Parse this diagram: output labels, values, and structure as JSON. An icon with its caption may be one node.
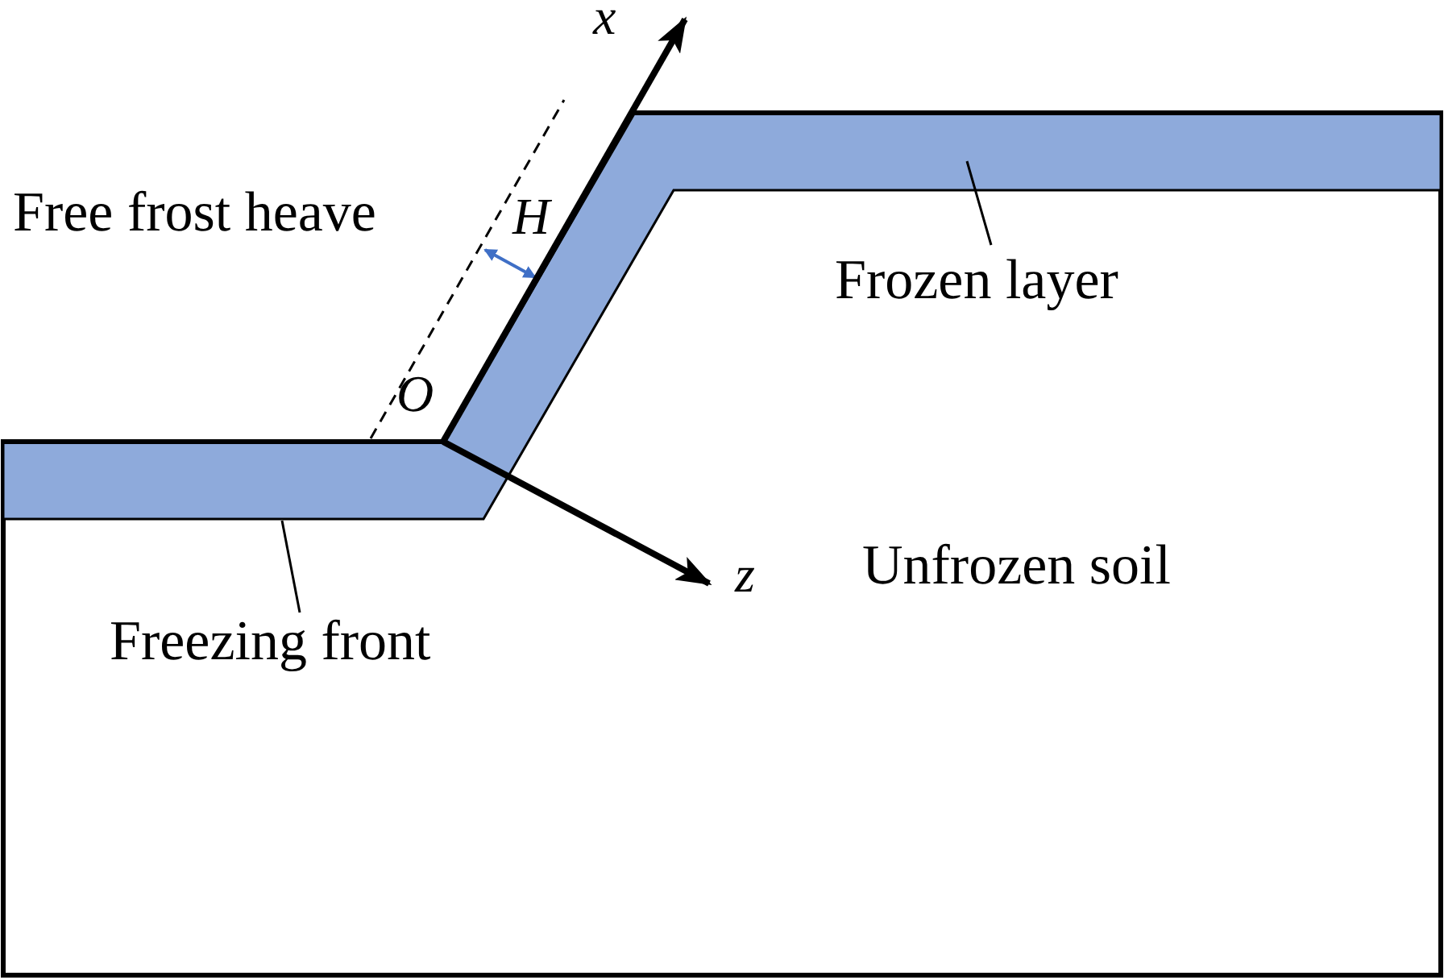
{
  "diagram": {
    "nodes": [
      {
        "text": [
          "Frozen layer"
        ]
      },
      {
        "text": [],
        "shape": "band"
      },
      {
        "text": [
          "Freezing front"
        ]
      }
    ],
    "edges": [
      {
        "from": 0,
        "to": 1,
        "arrow": "none"
      },
      {
        "from": 2,
        "to": 1,
        "arrow": "none"
      }
    ],
    "labels": [
      "x",
      "Free frost heave",
      "H",
      "O",
      "z",
      "Unfrozen soil"
    ]
  }
}
